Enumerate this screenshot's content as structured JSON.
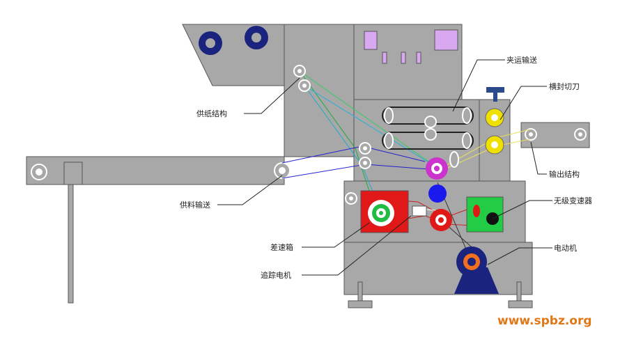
{
  "labels": {
    "clamp_conveyor": "夹运输送",
    "cross_seal_cutter": "横封切刀",
    "film_supply": "供纸结构",
    "output": "输出结构",
    "feed_conveyor": "供料输送",
    "cvt": "无级变速器",
    "differential_gearbox": "差速箱",
    "motor": "电动机",
    "tracking_motor": "追踪电机"
  },
  "watermark": "www.spbz.org",
  "colors": {
    "machine": "#a8a8a8",
    "outline": "#555555",
    "spool": "#1a237e",
    "accent_panel": "#d8a8f0",
    "gearbox": "#e01818",
    "cvt": "#22cc44",
    "cutter": "#f0e000",
    "pulley_magenta": "#cc33cc",
    "pulley_blue": "#1a1aee",
    "motor": "#1a237e",
    "motor_ring": "#f07020",
    "knob": "#2a4a8a",
    "watermark": "#e07818"
  }
}
